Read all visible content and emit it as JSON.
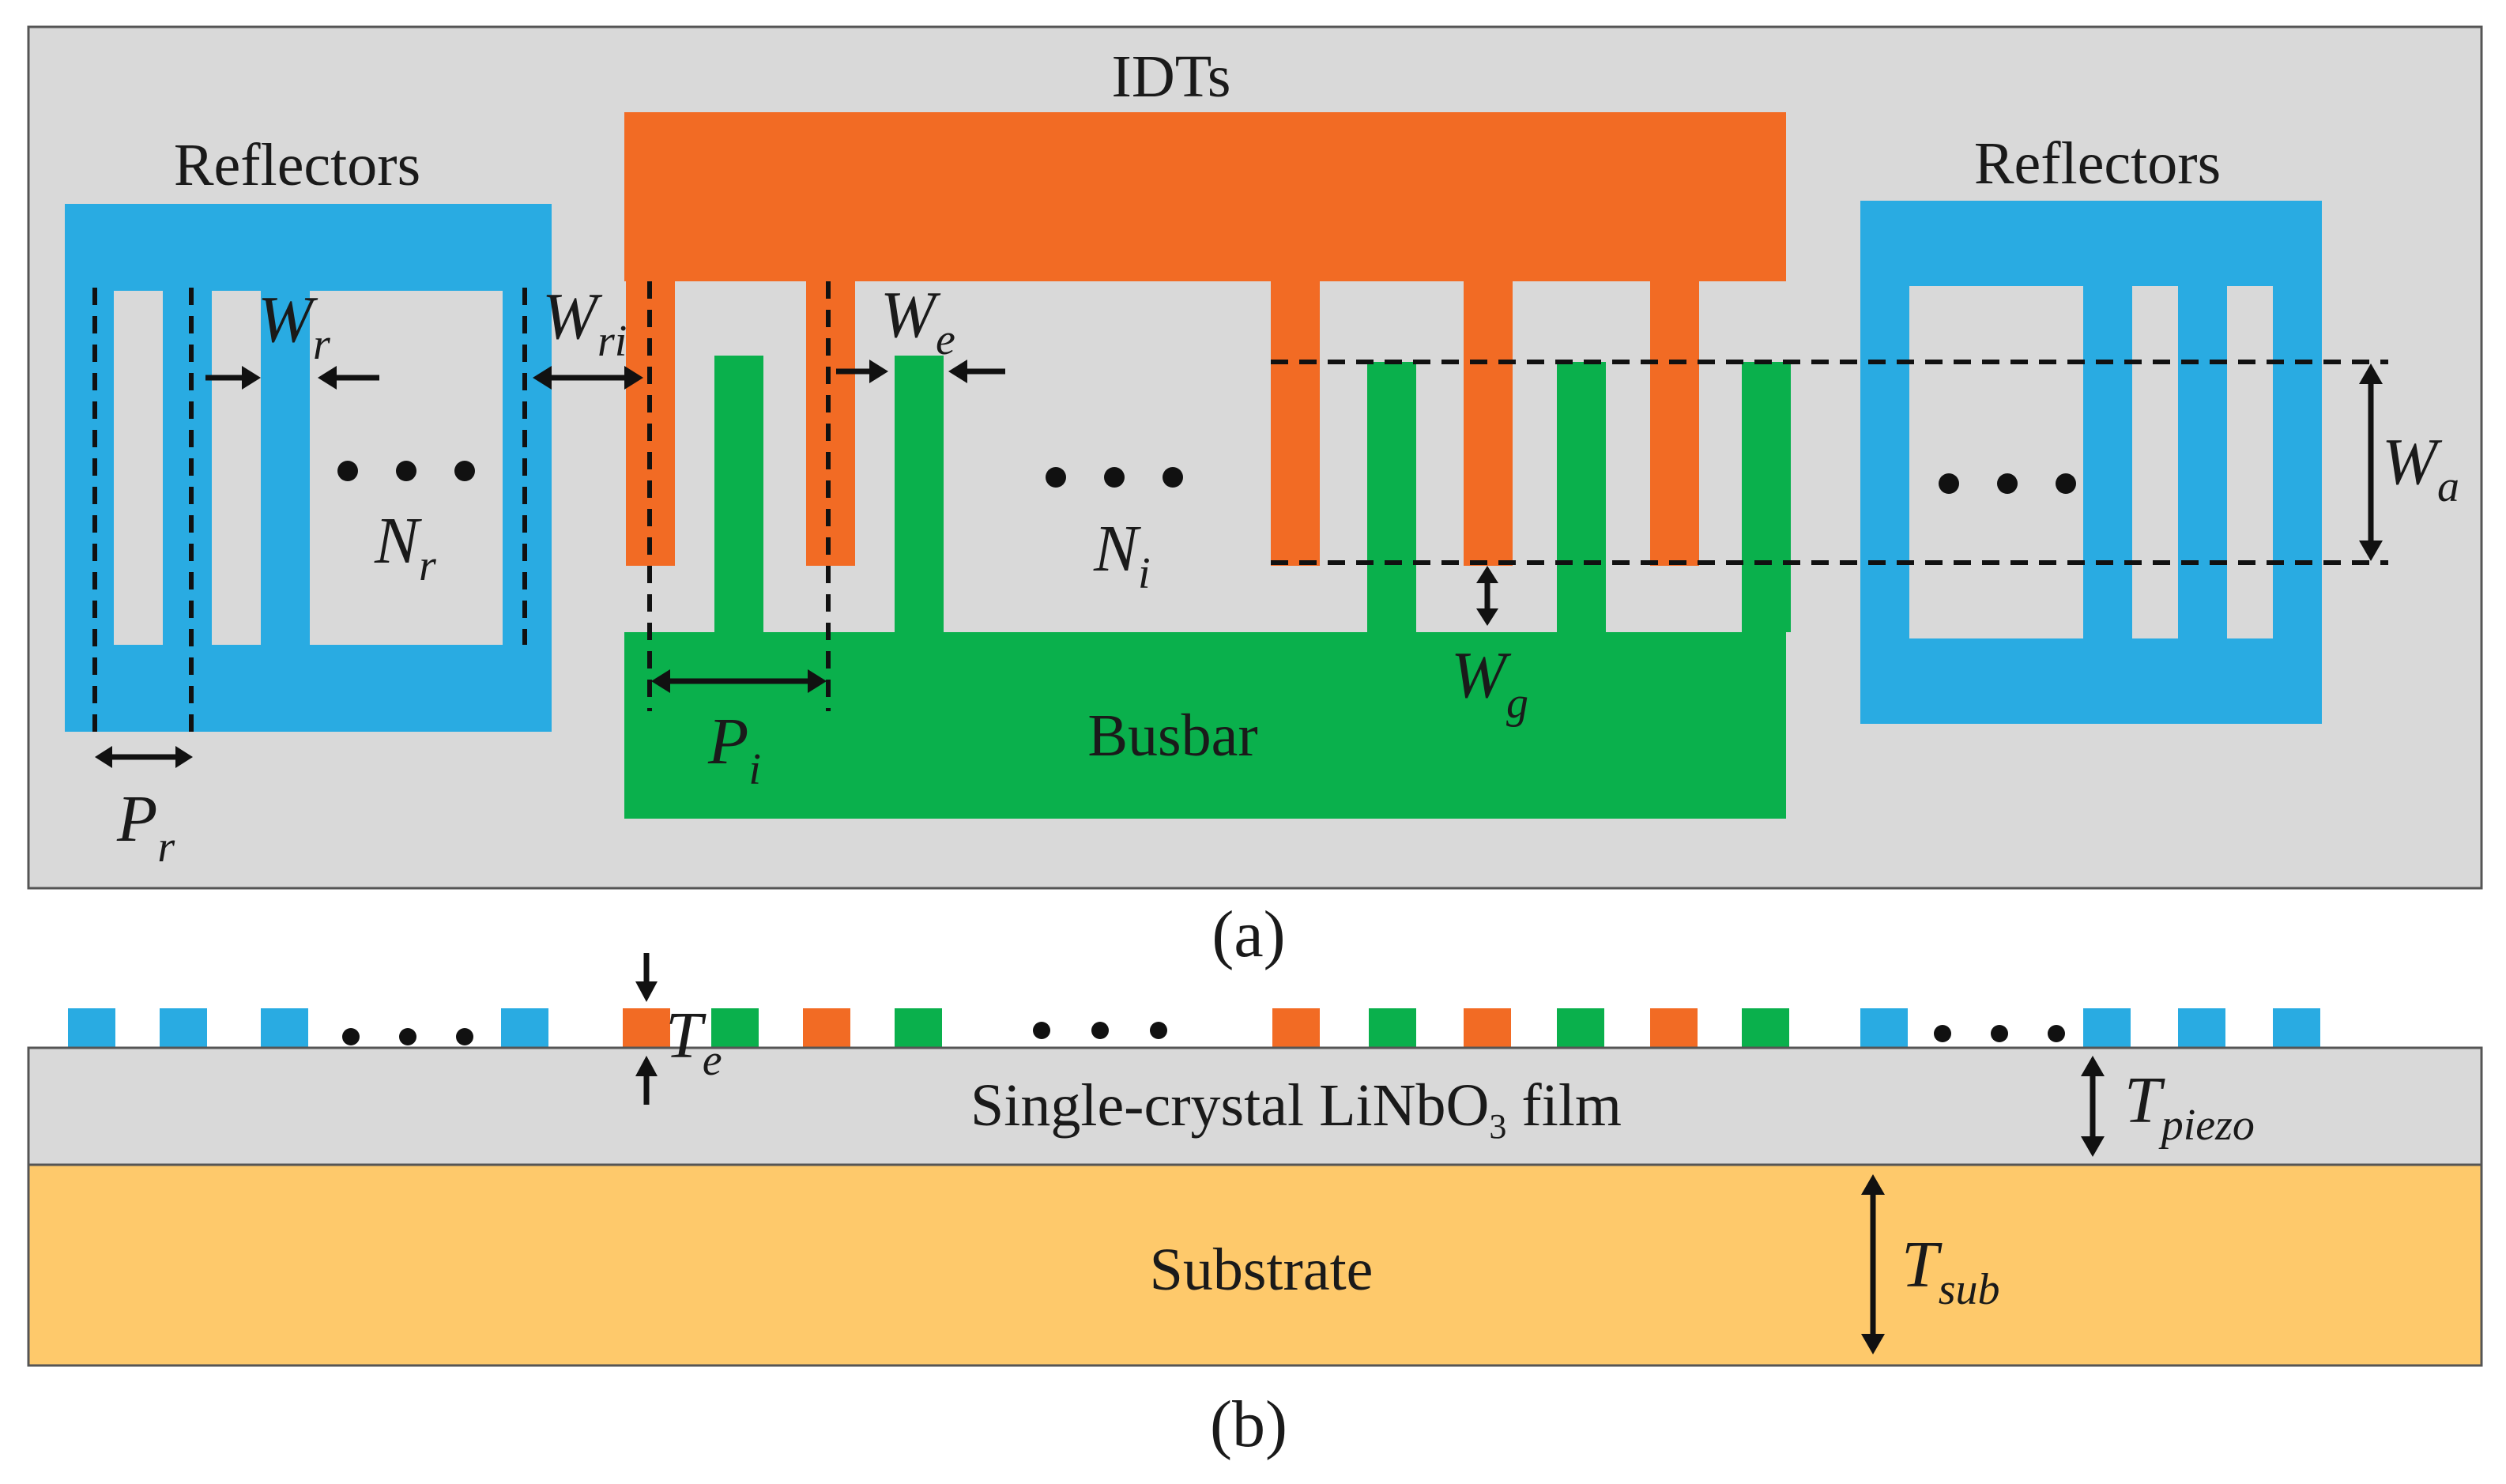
{
  "panel_a": {
    "label_reflectors_left": "Reflectors",
    "label_reflectors_right": "Reflectors",
    "label_idts": "IDTs",
    "label_busbar": "Busbar",
    "caption": "(a)",
    "symbols": {
      "Wr": {
        "main": "W",
        "sub": "r"
      },
      "Wri": {
        "main": "W",
        "sub": "ri"
      },
      "We": {
        "main": "W",
        "sub": "e"
      },
      "Wa": {
        "main": "W",
        "sub": "a"
      },
      "Wg": {
        "main": "W",
        "sub": "g"
      },
      "Nr": {
        "main": "N",
        "sub": "r"
      },
      "Ni": {
        "main": "N",
        "sub": "i"
      },
      "Pr": {
        "main": "P",
        "sub": "r"
      },
      "Pi": {
        "main": "P",
        "sub": "i"
      }
    }
  },
  "panel_b": {
    "film_label_pre": "Single-crystal LiNbO",
    "film_label_sub": "3",
    "film_label_post": " film",
    "substrate_label": "Substrate",
    "caption": "(b)",
    "symbols": {
      "Te": {
        "main": "T",
        "sub": "e"
      },
      "Tpiezo": {
        "main": "T",
        "sub": "piezo"
      },
      "Tsub": {
        "main": "T",
        "sub": "sub"
      }
    }
  },
  "colors": {
    "reflector": "#29abe2",
    "idt_top": "#f26b24",
    "idt_bottom": "#0ab04c",
    "background_panel": "#d9d9d9",
    "substrate": "#fec96b"
  }
}
